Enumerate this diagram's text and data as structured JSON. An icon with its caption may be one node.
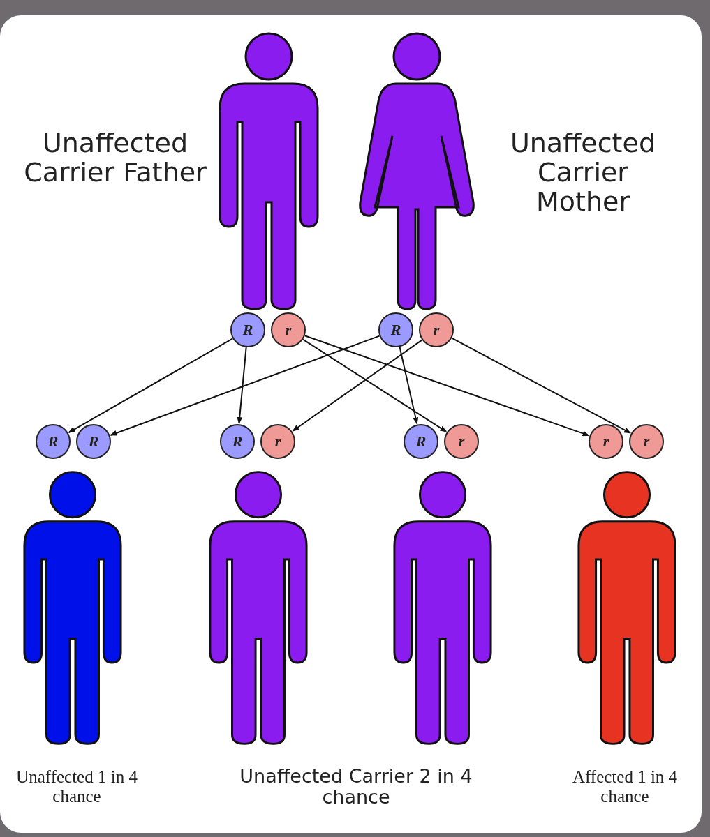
{
  "diagram": {
    "nodes": [
      {
        "text": [],
        "shape": "person",
        "beside": [
          "Unaffected Carrier Father"
        ]
      },
      {
        "text": [],
        "shape": "person",
        "beside": [
          "Unaffected Carrier Mother"
        ]
      },
      {
        "text": [
          "R"
        ]
      },
      {
        "text": [
          "r"
        ]
      },
      {
        "text": [
          "R"
        ]
      },
      {
        "text": [
          "r"
        ]
      },
      {
        "text": [
          "R"
        ]
      },
      {
        "text": [
          "R"
        ]
      },
      {
        "text": [
          "R"
        ]
      },
      {
        "text": [
          "r"
        ]
      },
      {
        "text": [
          "R"
        ]
      },
      {
        "text": [
          "r"
        ]
      },
      {
        "text": [
          "r"
        ]
      },
      {
        "text": [
          "r"
        ]
      },
      {
        "text": [],
        "shape": "person",
        "beside": [
          "Unaffected 1 in 4 chance"
        ]
      },
      {
        "text": [],
        "shape": "person"
      },
      {
        "text": [],
        "shape": "person"
      },
      {
        "text": [],
        "shape": "person",
        "beside": [
          "Affected 1 in 4 chance"
        ]
      }
    ],
    "edges": [
      {
        "from": 2,
        "to": 6,
        "arrow": "to"
      },
      {
        "from": 2,
        "to": 8,
        "arrow": "to"
      },
      {
        "from": 3,
        "to": 11,
        "arrow": "to"
      },
      {
        "from": 3,
        "to": 12,
        "arrow": "to"
      },
      {
        "from": 4,
        "to": 7,
        "arrow": "to"
      },
      {
        "from": 4,
        "to": 10,
        "arrow": "to"
      },
      {
        "from": 5,
        "to": 9,
        "arrow": "to"
      },
      {
        "from": 5,
        "to": 13,
        "arrow": "to"
      }
    ],
    "labels": [
      "Unaffected Carrier 2 in 4 chance"
    ]
  }
}
